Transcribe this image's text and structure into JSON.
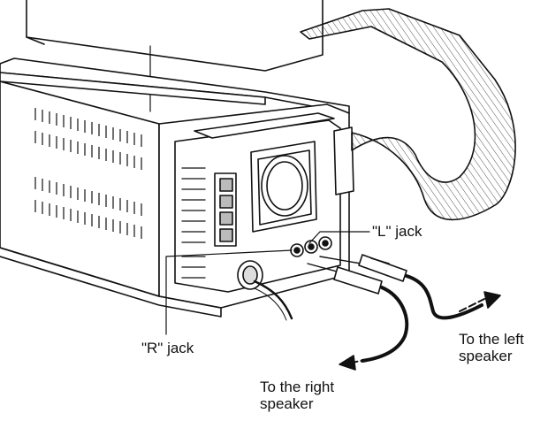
{
  "labels": {
    "l_jack": "\"L\" jack",
    "r_jack": "\"R\" jack",
    "left_speaker": {
      "line1": "To the left",
      "line2": "speaker"
    },
    "right_speaker": {
      "line1": "To the right",
      "line2": "speaker"
    }
  },
  "colors": {
    "ink": "#111111",
    "paper": "#ffffff",
    "hatch": "#555555"
  }
}
